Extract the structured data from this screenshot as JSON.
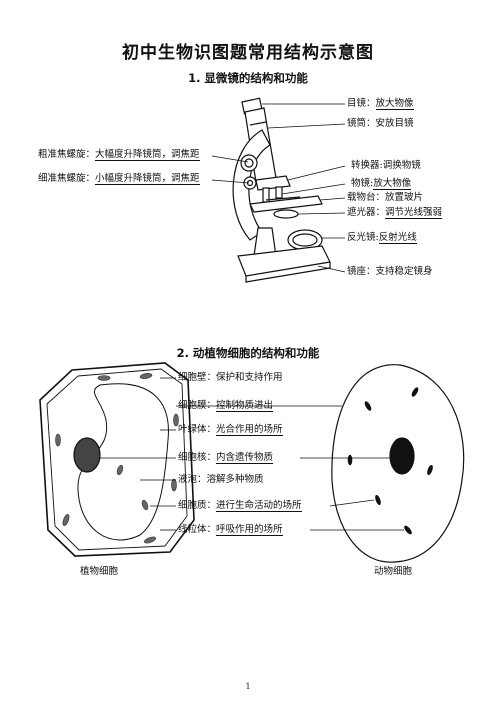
{
  "title": "初中生物识图题常用结构示意图",
  "section1": {
    "heading": "1. 显微镜的结构和功能",
    "labels": {
      "eyepiece": {
        "name": "目镜：",
        "func": "放大物像"
      },
      "tube": {
        "name": "镜筒：",
        "func": "安放目镜"
      },
      "coarse": {
        "name": "粗准焦螺旋：",
        "func": "大幅度升降镜筒，调焦距"
      },
      "fine": {
        "name": "细准焦螺旋：",
        "func": "小幅度升降镜筒，调焦距"
      },
      "converter": {
        "name": "转换器:",
        "func": "调换物镜"
      },
      "objective": {
        "name": "物镜:",
        "func": "放大物像"
      },
      "stage": {
        "name": "载物台：",
        "func": "放置玻片"
      },
      "diaphragm": {
        "name": "遮光器：",
        "func": "调节光线强弱"
      },
      "mirror": {
        "name": "反光镜:",
        "func": "反射光线"
      },
      "base": {
        "name": "镜座：",
        "func": "支持稳定镜身"
      }
    }
  },
  "section2": {
    "heading": "2. 动植物细胞的结构和功能",
    "labels": {
      "wall": {
        "name": "细胞壁：",
        "func": "保护和支持作用"
      },
      "membrane": {
        "name": "细胞膜：",
        "func": "控制物质进出"
      },
      "chloroplast": {
        "name": "叶绿体：",
        "func": "光合作用的场所"
      },
      "nucleus": {
        "name": "细胞核：",
        "func": "内含遗传物质"
      },
      "vacuole": {
        "name": "液泡：",
        "func": "溶解多种物质"
      },
      "cytoplasm": {
        "name": "细胞质：",
        "func": "进行生命活动的场所"
      },
      "mitochondria": {
        "name": "线粒体：",
        "func": "呼吸作用的场所"
      }
    },
    "plant_caption": "植物细胞",
    "animal_caption": "动物细胞"
  },
  "page_number": "1"
}
